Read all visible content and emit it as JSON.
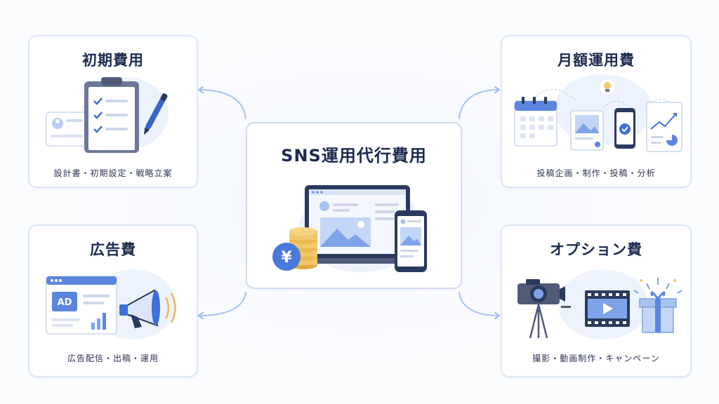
{
  "center": {
    "title": "SNS運用代行費用",
    "currency_symbol": "¥"
  },
  "cards": {
    "initial": {
      "title": "初期費用",
      "caption": "設計書・初期設定・戦略立案"
    },
    "ads": {
      "title": "広告費",
      "caption": "広告配信・出稿・運用",
      "badge": "AD"
    },
    "monthly": {
      "title": "月額運用費",
      "caption": "投稿企画・制作・投稿・分析"
    },
    "option": {
      "title": "オプション費",
      "caption": "撮影・動画制作・キャンペーン"
    }
  },
  "colors": {
    "accent": "#3f6fd8",
    "light_blue": "#a9c3ef",
    "navy": "#2a3a5e",
    "gold": "#f2c66a",
    "border": "#dde7f5"
  }
}
